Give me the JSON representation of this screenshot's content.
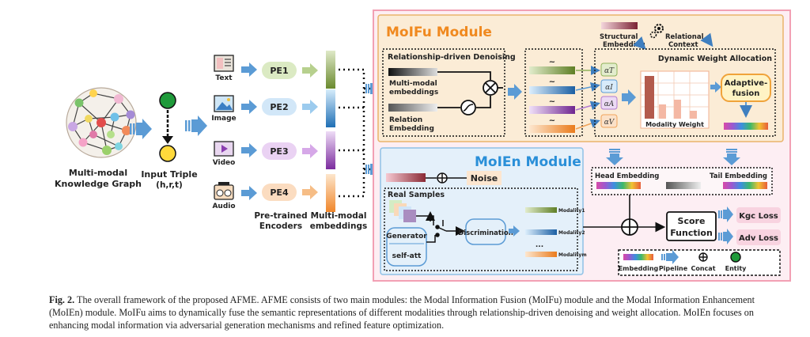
{
  "left": {
    "kg_label_1": "Multi-modal",
    "kg_label_2": "Knowledge Graph",
    "triple_label_1": "Input Triple",
    "triple_label_2": "(h,r,t)",
    "modalities": [
      "Text",
      "Image",
      "Video",
      "Audio"
    ],
    "encoders": [
      "PE1",
      "PE2",
      "PE3",
      "PE4"
    ],
    "encoders_label_1": "Pre-trained",
    "encoders_label_2": "Encoders",
    "emb_label_1": "Multi-modal",
    "emb_label_2": "embeddings"
  },
  "moifu": {
    "title": "MoIFu Module",
    "denoise_title": "Relationship-driven Denoising",
    "mm_emb_1": "Multi-modal",
    "mm_emb_2": "embeddings",
    "rel_emb_1": "Relation",
    "rel_emb_2": "Embedding",
    "tilde": "~",
    "struct_1": "Structural",
    "struct_2": "Embedding",
    "relctx_1": "Relational",
    "relctx_2": "Context",
    "dwa_title": "Dynamic Weight Allocation",
    "alphas": [
      "αT",
      "αI",
      "αA",
      "αV"
    ],
    "modality_weight": "Modality Weight",
    "adaptive_1": "Adaptive-",
    "adaptive_2": "fusion"
  },
  "moien": {
    "title": "MoIEn Module",
    "noise": "Noise",
    "real_samples": "Real Samples",
    "generator": "Generator",
    "self_att": "self-att",
    "discriminator": "Discrimination",
    "modality1": "Modality1",
    "modality2": "Modality2",
    "modality_m": "Modalitym",
    "dots": "..."
  },
  "right": {
    "head_emb": "Head Embedding",
    "tail_emb": "Tail Embedding",
    "score_1": "Score",
    "score_2": "Function",
    "kgc_loss": "Kgc Loss",
    "adv_loss": "Adv Loss",
    "legend": [
      "Embedding",
      "Pipeline",
      "Concat",
      "Entity"
    ]
  },
  "caption": {
    "figno": "Fig. 2.",
    "text": "The overall framework of the proposed AFME. AFME consists of two main modules: the Modal Information Fusion (MoIFu) module and the Modal Information Enhancement (MoIEn) module. MoIFu aims to dynamically fuse the semantic representations of different modalities through relationship-driven denoising and weight allocation. MoIEn focuses on enhancing modal information via adversarial generation mechanisms and refined feature optimization."
  },
  "colors": {
    "outer_box": "#f2a0b4",
    "outer_fill": "#fdeef3",
    "moifu_fill": "#fbecd6",
    "moifu_border": "#e9b46b",
    "moien_fill": "#e4f0fa",
    "moien_border": "#8fc1e6",
    "arrow": "#5b9bd5",
    "loss_fill": "#f8d3e0"
  }
}
